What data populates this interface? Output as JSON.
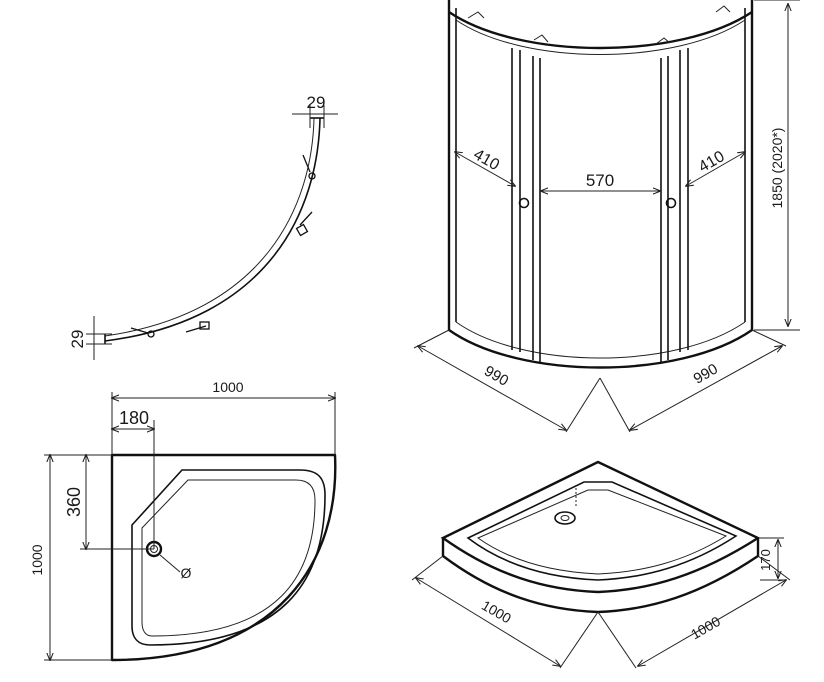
{
  "top_view": {
    "dim_top_width": "29",
    "dim_left_height": "29"
  },
  "cabin_front": {
    "dim_left_door": "410",
    "dim_center": "570",
    "dim_right_door": "410",
    "dim_height": "1850 (2020*)",
    "dim_depth_left": "990",
    "dim_depth_right": "990"
  },
  "tray_plan": {
    "dim_width": "1000",
    "dim_drain_x": "180",
    "dim_drain_y": "360",
    "dim_height": "1000",
    "drain_symbol": "Ø"
  },
  "tray_iso": {
    "dim_height": "170",
    "dim_left": "1000",
    "dim_right": "1000"
  }
}
